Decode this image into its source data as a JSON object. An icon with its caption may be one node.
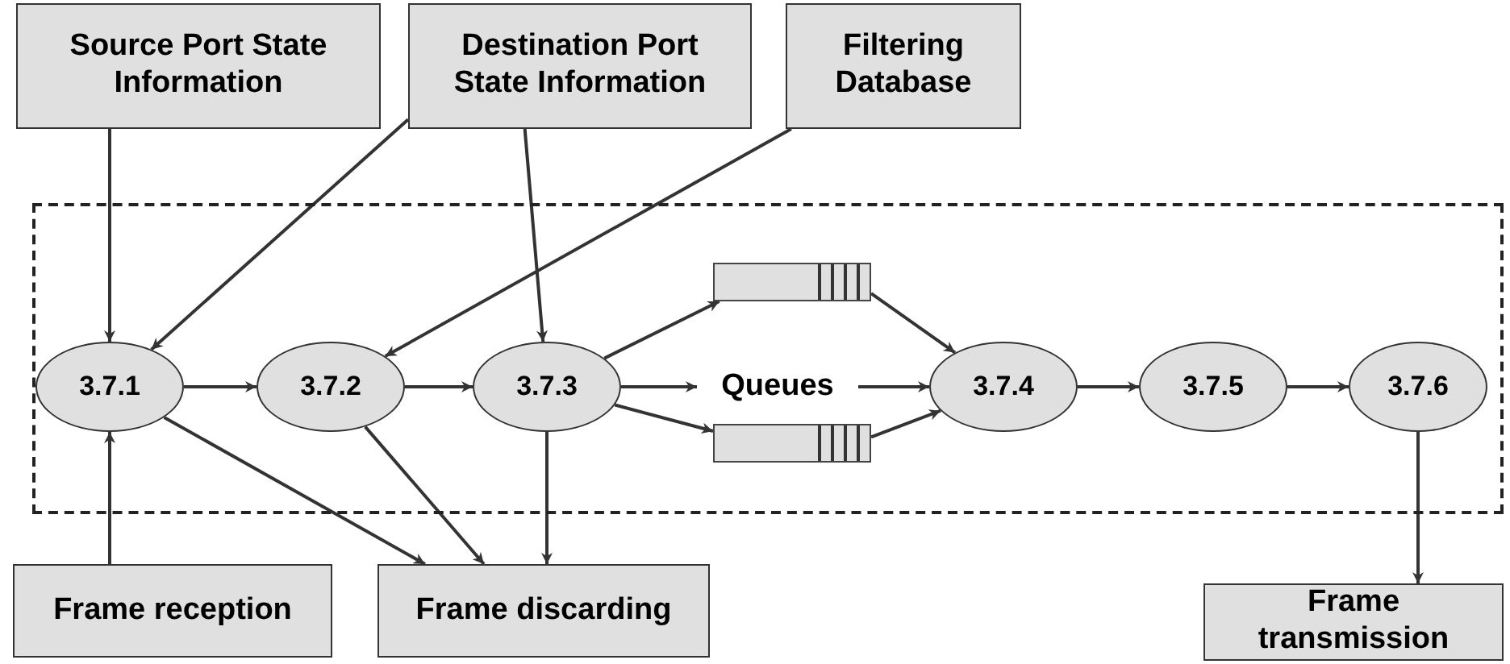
{
  "diagram": {
    "nodes": [
      {
        "text": [
          "Source Port State Information"
        ]
      },
      {
        "text": [
          "Destination Port State Information"
        ]
      },
      {
        "text": [
          "Filtering Database"
        ]
      },
      {
        "text": [],
        "shape": "box"
      },
      {
        "text": [
          "3.7.1"
        ],
        "in": 3
      },
      {
        "text": [
          "3.7.2"
        ],
        "in": 3
      },
      {
        "text": [
          "3.7.3"
        ],
        "in": 3
      },
      {
        "text": [],
        "shape": "bar",
        "in": 3
      },
      {
        "text": [
          "Queues"
        ],
        "in": 3
      },
      {
        "text": [],
        "shape": "bar",
        "in": 3
      },
      {
        "text": [
          "3.7.4"
        ],
        "in": 3
      },
      {
        "text": [
          "3.7.5"
        ],
        "in": 3
      },
      {
        "text": [
          "3.7.6"
        ],
        "in": 3
      },
      {
        "text": [
          "Frame reception"
        ]
      },
      {
        "text": [
          "Frame discarding"
        ]
      },
      {
        "text": [
          "Frame transmission"
        ]
      }
    ],
    "edges": [
      {
        "from": 0,
        "to": 4,
        "arrow": "to"
      },
      {
        "from": 1,
        "to": 4,
        "arrow": "to"
      },
      {
        "from": 1,
        "to": 6,
        "arrow": "to"
      },
      {
        "from": 2,
        "to": 5,
        "arrow": "to"
      },
      {
        "from": 4,
        "to": 5,
        "arrow": "to"
      },
      {
        "from": 5,
        "to": 6,
        "arrow": "to"
      },
      {
        "from": 6,
        "to": 7,
        "arrow": "to"
      },
      {
        "from": 6,
        "to": 8,
        "arrow": "to"
      },
      {
        "from": 6,
        "to": 9,
        "arrow": "to"
      },
      {
        "from": 7,
        "to": 10,
        "arrow": "to"
      },
      {
        "from": 8,
        "to": 10,
        "arrow": "to"
      },
      {
        "from": 9,
        "to": 10,
        "arrow": "to"
      },
      {
        "from": 10,
        "to": 11,
        "arrow": "to"
      },
      {
        "from": 11,
        "to": 12,
        "arrow": "to"
      },
      {
        "from": 13,
        "to": 4,
        "arrow": "to"
      },
      {
        "from": 4,
        "to": 14,
        "arrow": "to"
      },
      {
        "from": 5,
        "to": 14,
        "arrow": "to"
      },
      {
        "from": 6,
        "to": 14,
        "arrow": "to"
      },
      {
        "from": 12,
        "to": 15,
        "arrow": "to"
      }
    ]
  }
}
